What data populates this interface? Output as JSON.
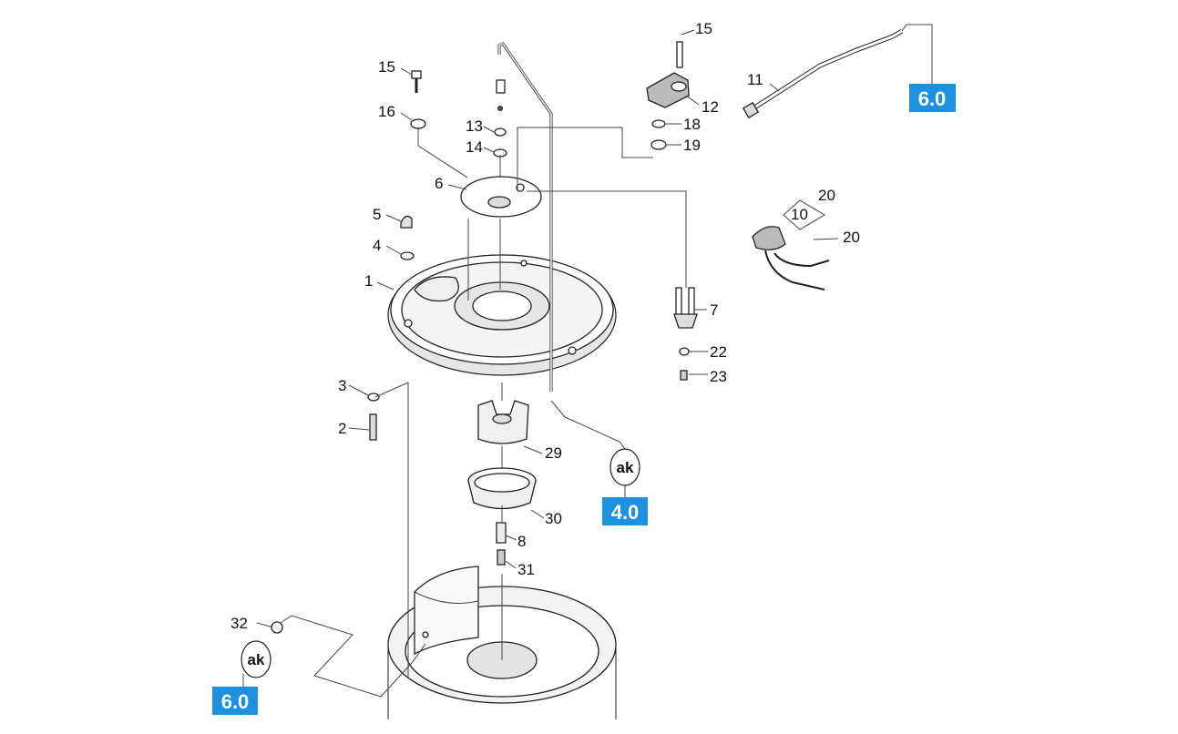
{
  "callouts": {
    "c15a": "15",
    "c15b": "15",
    "c16": "16",
    "c13": "13",
    "c14": "14",
    "c6": "6",
    "c5": "5",
    "c4": "4",
    "c1": "1",
    "c3": "3",
    "c2": "2",
    "c12": "12",
    "c18": "18",
    "c19": "19",
    "c11": "11",
    "c20a": "20",
    "c10": "10",
    "c20b": "20",
    "c7": "7",
    "c22": "22",
    "c23": "23",
    "c29": "29",
    "c30": "30",
    "c8": "8",
    "c31": "31",
    "c32": "32"
  },
  "references": {
    "ref_top_right": "6.0",
    "ref_middle": "4.0",
    "ref_bottom_left": "6.0"
  },
  "ak_badges": {
    "middle": "ak",
    "bottom_left": "ak"
  },
  "colors": {
    "reference_box": "#1e90e0"
  }
}
